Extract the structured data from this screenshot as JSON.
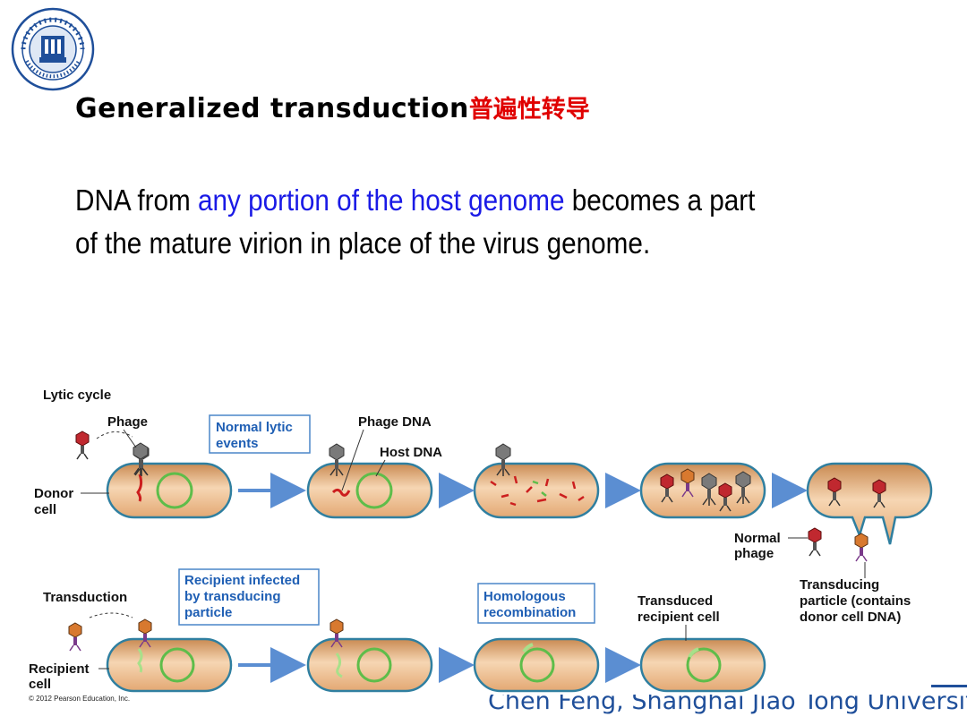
{
  "logo": {
    "alt": "Shanghai Jiao Tong University seal"
  },
  "title": {
    "en": "Generalized transduction",
    "cn": "普遍性转导"
  },
  "body": {
    "before": "DNA from ",
    "highlight": "any portion of the host genome",
    "after": " becomes a part of the mature virion in place of the virus genome."
  },
  "diagram": {
    "lytic_heading": "Lytic cycle",
    "transduction_heading": "Transduction",
    "labels": {
      "phage": "Phage",
      "normal_lytic_1": "Normal lytic",
      "normal_lytic_2": "events",
      "phage_dna": "Phage DNA",
      "host_dna": "Host DNA",
      "donor_1": "Donor",
      "donor_2": "cell",
      "normal_phage_1": "Normal",
      "normal_phage_2": "phage",
      "transducing_1": "Transducing",
      "transducing_2": "particle (contains",
      "transducing_3": "donor cell DNA)",
      "recipient_infected_1": "Recipient infected",
      "recipient_infected_2": "by transducing",
      "recipient_infected_3": "particle",
      "homologous_1": "Homologous",
      "homologous_2": "recombination",
      "transduced_1": "Transduced",
      "transduced_2": "recipient cell",
      "recipient_1": "Recipient",
      "recipient_2": "cell"
    },
    "copyright": "© 2012 Pearson Education, Inc."
  },
  "footer": "Chen Feng, Shanghai Jiao Tong University",
  "colors": {
    "title_cn": "#e00000",
    "highlight": "#1a1ae6",
    "box_border": "#4a86c8",
    "box_text": "#1f5fb4",
    "footer": "#1f4f9a"
  }
}
